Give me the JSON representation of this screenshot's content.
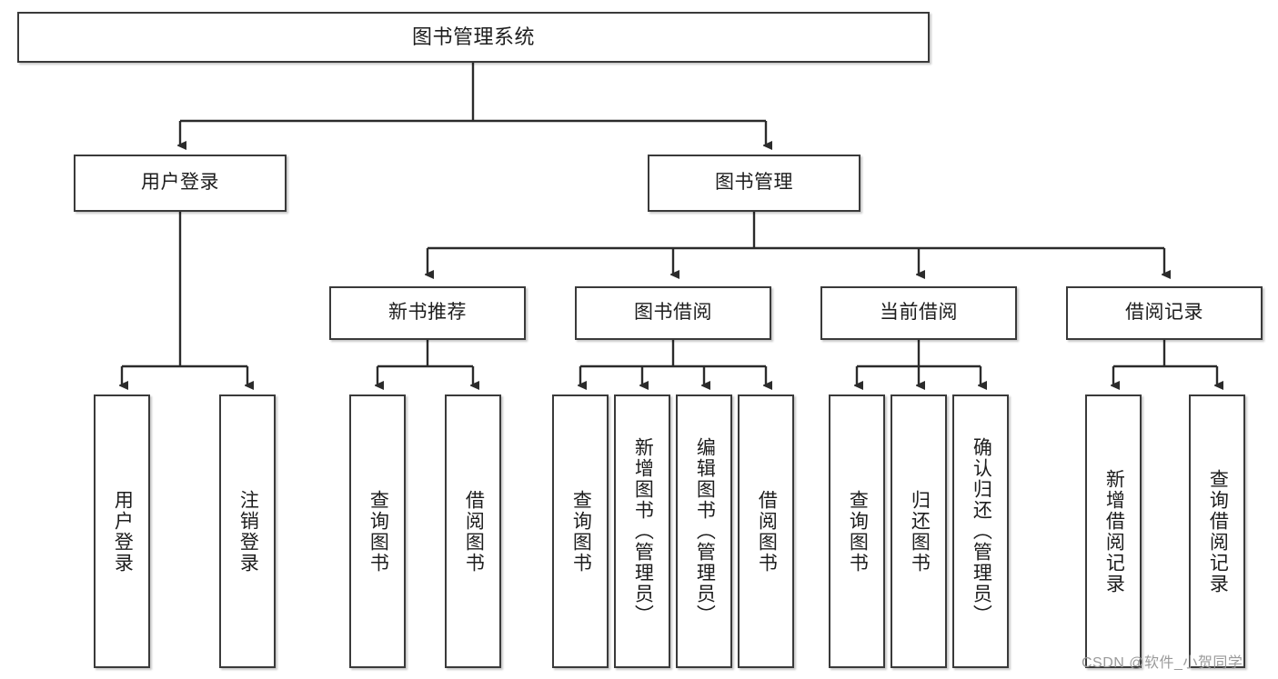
{
  "diagram": {
    "title": "图书管理系统",
    "type": "tree-hierarchy",
    "watermark": "CSDN @软件_小贺同学",
    "colors": {
      "box_border": "#3a3a3a",
      "box_fill": "#ffffff",
      "connector": "#2b2b2b",
      "text": "#1d1d1d",
      "watermark": "#9a9a9a"
    }
  },
  "nodes": {
    "root": {
      "label": "图书管理系统"
    },
    "level1": [
      {
        "id": "user-login",
        "label": "用户登录"
      },
      {
        "id": "book-management",
        "label": "图书管理"
      }
    ],
    "level2": [
      {
        "id": "new-book-recommend",
        "label": "新书推荐"
      },
      {
        "id": "book-borrow",
        "label": "图书借阅"
      },
      {
        "id": "current-borrow",
        "label": "当前借阅"
      },
      {
        "id": "borrow-record",
        "label": "借阅记录"
      }
    ],
    "leaves": [
      {
        "id": "leaf-user-login",
        "label": "用户登录"
      },
      {
        "id": "leaf-user-logout",
        "label": "注销登录"
      },
      {
        "id": "leaf-query-book-1",
        "label": "查询图书"
      },
      {
        "id": "leaf-borrow-book-1",
        "label": "借阅图书"
      },
      {
        "id": "leaf-query-book-2",
        "label": "查询图书"
      },
      {
        "id": "leaf-add-book",
        "label": "新增图书（管理员）"
      },
      {
        "id": "leaf-edit-book",
        "label": "编辑图书（管理员）"
      },
      {
        "id": "leaf-borrow-book-2",
        "label": "借阅图书"
      },
      {
        "id": "leaf-query-book-3",
        "label": "查询图书"
      },
      {
        "id": "leaf-return-book",
        "label": "归还图书"
      },
      {
        "id": "leaf-confirm-return",
        "label": "确认归还（管理员）"
      },
      {
        "id": "leaf-add-record",
        "label": "新增借阅记录"
      },
      {
        "id": "leaf-query-record",
        "label": "查询借阅记录"
      }
    ]
  }
}
